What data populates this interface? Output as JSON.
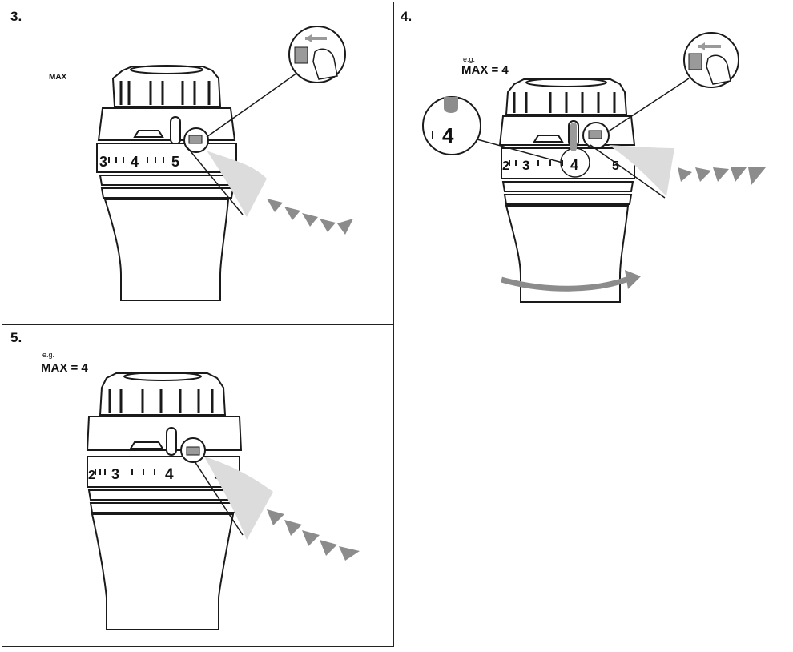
{
  "panels": [
    {
      "step": "3.",
      "eg": "",
      "max_label": "MAX",
      "scale_labels": [
        "3",
        "4",
        "5"
      ]
    },
    {
      "step": "4.",
      "eg": "e.g.",
      "max_label": "MAX = 4",
      "scale_labels": [
        "2",
        "3",
        "4",
        "5"
      ],
      "zoom_value": "4"
    },
    {
      "step": "5.",
      "eg": "e.g.",
      "max_label": "MAX = 4",
      "scale_labels": [
        "2",
        "3",
        "4",
        "5"
      ]
    }
  ],
  "colors": {
    "line": "#1a1a1a",
    "arrow_gray": "#8c8c8c",
    "button_gray": "#9a9a9a",
    "highlight_gray": "#dcdcdc"
  }
}
